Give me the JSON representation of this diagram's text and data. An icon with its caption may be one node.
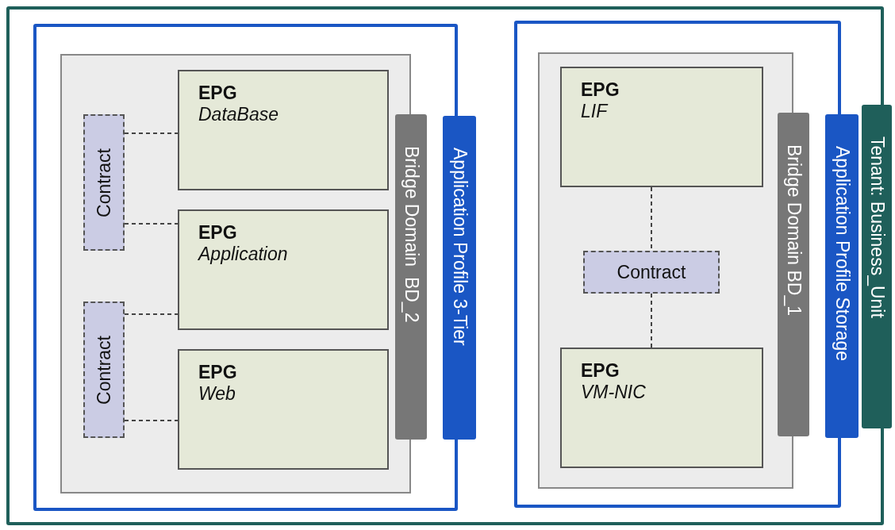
{
  "diagram": {
    "nodes": [
      {
        "text": [
          "Tenant: Business_Unit"
        ]
      },
      {
        "text": [
          "Application Profile 3-Tier"
        ],
        "in": 0
      },
      {
        "text": [
          "Bridge Domain  BD_2"
        ],
        "in": 1
      },
      {
        "text": [
          "EPG",
          "DataBase"
        ],
        "in": 2
      },
      {
        "text": [
          "Contract"
        ],
        "in": 2
      },
      {
        "text": [
          "EPG",
          "Application"
        ],
        "in": 2
      },
      {
        "text": [
          "Contract"
        ],
        "in": 2
      },
      {
        "text": [
          "EPG",
          "Web"
        ],
        "in": 2
      },
      {
        "text": [
          "Application Profile Storage"
        ],
        "in": 0
      },
      {
        "text": [
          "Bridge Domain BD_1"
        ],
        "in": 8
      },
      {
        "text": [
          "EPG",
          "LIF"
        ],
        "in": 9
      },
      {
        "text": [
          "Contract"
        ],
        "in": 9
      },
      {
        "text": [
          "EPG",
          "VM-NIC"
        ],
        "in": 9
      }
    ],
    "edges": [
      {
        "from": 4,
        "to": 3,
        "arrow": "none",
        "style": "dashed"
      },
      {
        "from": 4,
        "to": 5,
        "arrow": "none",
        "style": "dashed"
      },
      {
        "from": 6,
        "to": 5,
        "arrow": "none",
        "style": "dashed"
      },
      {
        "from": 6,
        "to": 7,
        "arrow": "none",
        "style": "dashed"
      },
      {
        "from": 10,
        "to": 11,
        "arrow": "none",
        "style": "dashed"
      },
      {
        "from": 11,
        "to": 12,
        "arrow": "none",
        "style": "dashed"
      }
    ]
  }
}
